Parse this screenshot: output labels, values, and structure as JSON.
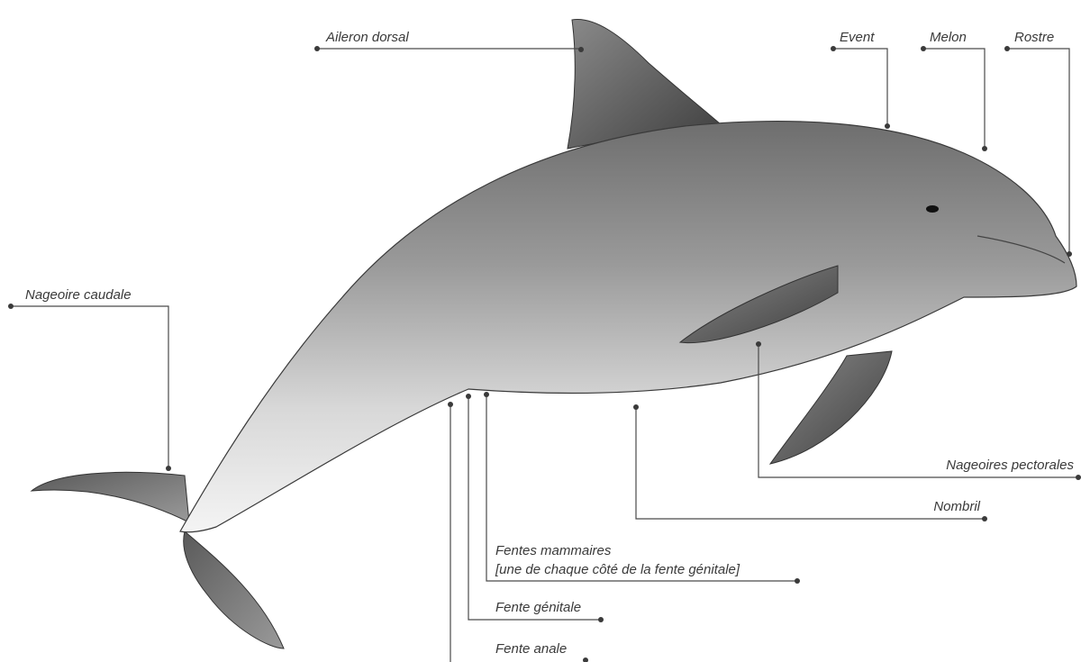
{
  "labels": {
    "dorsal_fin": "Aileron dorsal",
    "blowhole": "Event",
    "melon": "Melon",
    "rostrum": "Rostre",
    "caudal_fin": "Nageoire caudale",
    "pectoral_fins": "Nageoires pectorales",
    "navel": "Nombril",
    "mammary_slits_line1": "Fentes mammaires",
    "mammary_slits_line2": "[une de chaque côté de la fente génitale]",
    "genital_slit": "Fente génitale",
    "anal_slit": "Fente anale"
  }
}
